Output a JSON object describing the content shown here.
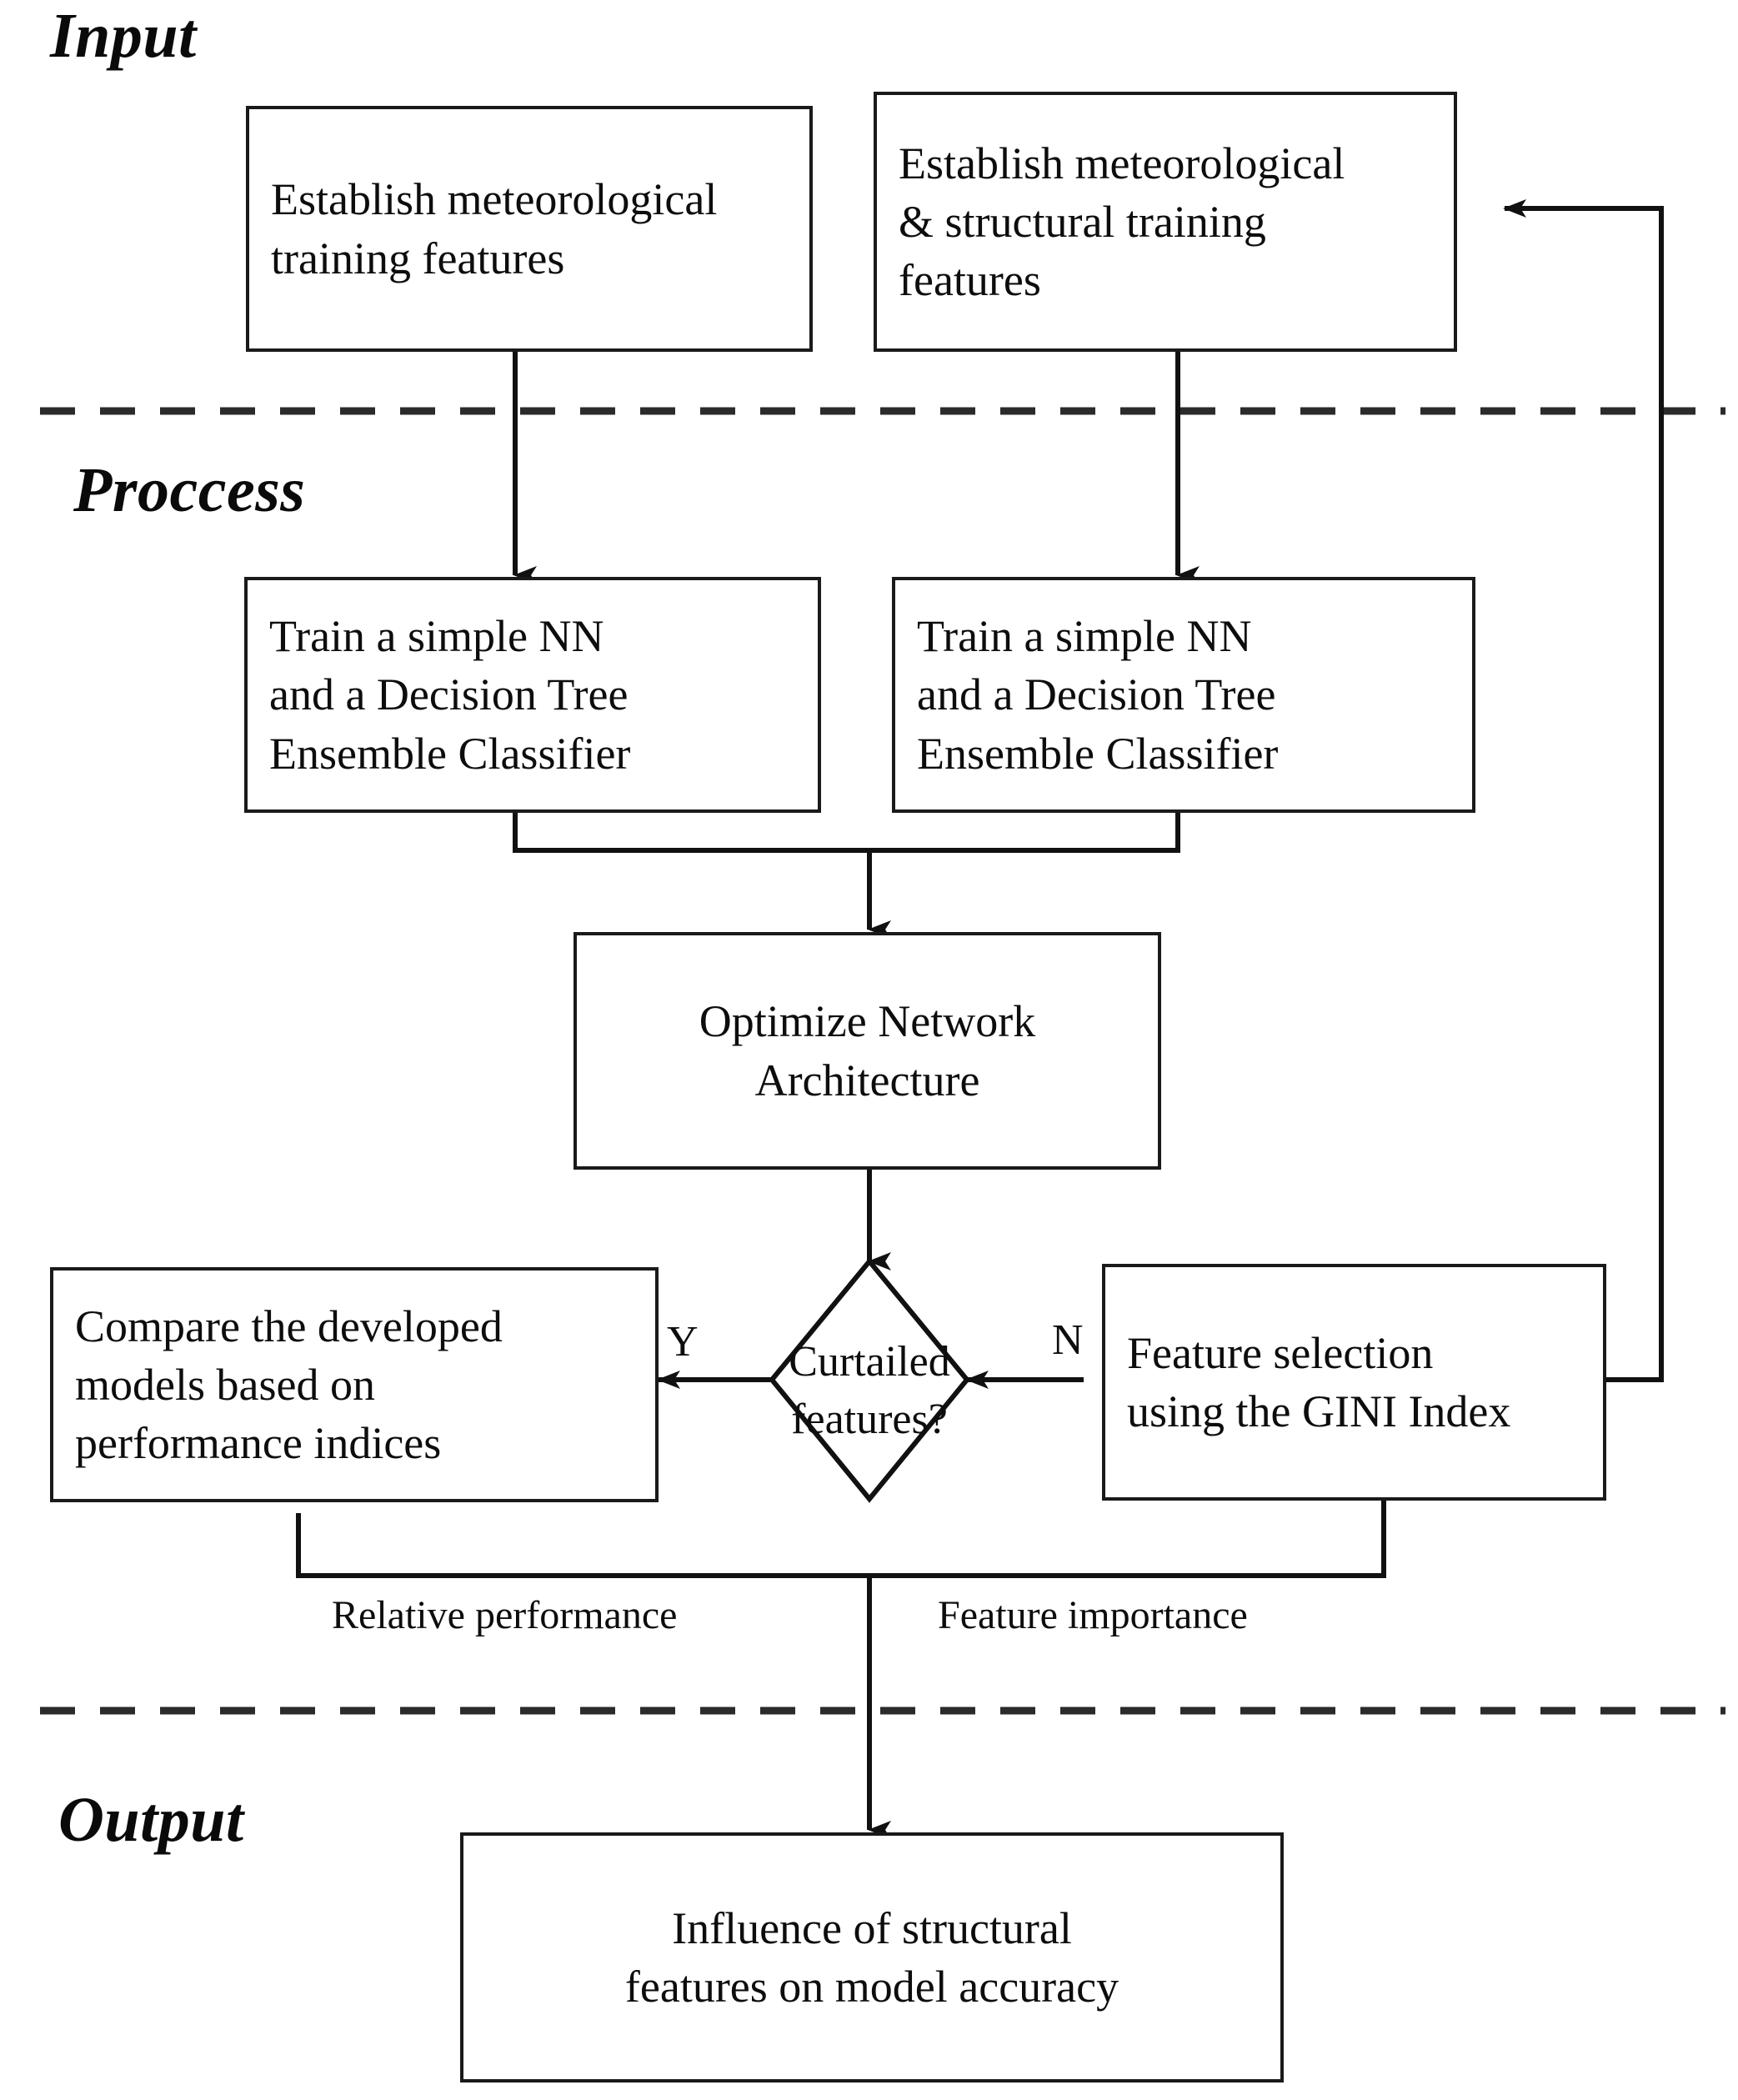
{
  "diagram": {
    "type": "flowchart",
    "title_sections": [
      {
        "id": "input",
        "label": "Input"
      },
      {
        "id": "process",
        "label": "Proccess"
      },
      {
        "id": "output",
        "label": "Output"
      }
    ],
    "nodes": [
      {
        "id": "establish-meteorological",
        "shape": "rect",
        "text": "Establish meteorological\ntraining features"
      },
      {
        "id": "establish-meteorological-structural",
        "shape": "rect",
        "text": "Establish meteorological\n& structural training\nfeatures"
      },
      {
        "id": "train-nn-dt-left",
        "shape": "rect",
        "text": "Train a simple NN\nand a Decision Tree\nEnsemble Classifier"
      },
      {
        "id": "train-nn-dt-right",
        "shape": "rect",
        "text": "Train a simple NN\nand a Decision Tree\nEnsemble Classifier"
      },
      {
        "id": "optimize-network-architecture",
        "shape": "rect",
        "text": "Optimize Network\nArchitecture"
      },
      {
        "id": "curtailed-features",
        "shape": "diamond",
        "text": "Curtailed\nfeatures?"
      },
      {
        "id": "compare-models",
        "shape": "rect",
        "text": "Compare the developed\nmodels based on\nperformance indices"
      },
      {
        "id": "feature-selection-gini",
        "shape": "rect",
        "text": "Feature selection\nusing the GINI Index"
      },
      {
        "id": "influence-structural-features",
        "shape": "rect",
        "text": "Influence of structural\nfeatures on model accuracy"
      }
    ],
    "branch_labels": {
      "yes": "Y",
      "no": "N"
    },
    "edge_labels": {
      "relative_performance": "Relative performance",
      "feature_importance": "Feature importance"
    },
    "colors": {
      "stroke": "#1a1a1a",
      "text": "#0d0d0d",
      "background": "#ffffff",
      "divider": "#2b2b2b"
    }
  }
}
